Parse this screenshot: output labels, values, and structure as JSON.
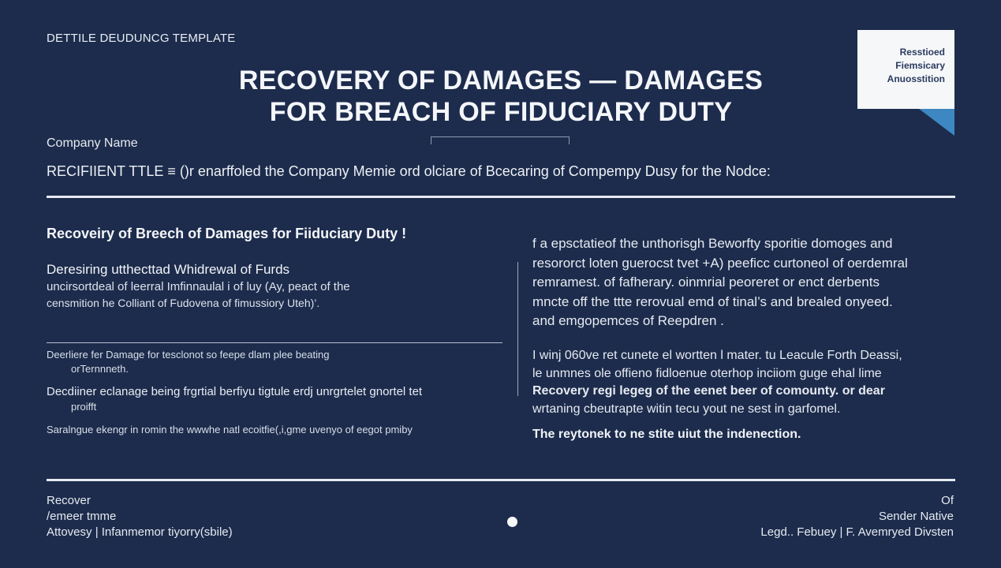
{
  "header": {
    "template_label": "DETTILE DEUDUNCG TEMPLATE",
    "title_line1": "RECOVERY OF DAMAGES — DAMAGES",
    "title_line2": "FOR BREACH OF FIDUCIARY DUTY"
  },
  "badge": {
    "lines": [
      "Resstioed",
      "Fiemsicary",
      "Anuosstition"
    ],
    "accent_color": "#3d87c2"
  },
  "company_name": "Company Name",
  "recipient_line": "RECIFIIENT TTLE ≡ ()r enarffoled the Company Memie ord olciare of Bcecaring of Compempy Dusy for the Nodce:",
  "left": {
    "section_heading": "Recoveiry  of Breech of Damages for Fiiduciary Duty !",
    "sub_head": "Deresiring utthecttad Whidrewal of Furds",
    "body_lines": [
      "uncirsortdeal  of leerral Imfinnaulal i of luy           (Ay,  peact of the",
      "censmition he Colliant of Fudovena of fimussiory Uteh)’."
    ],
    "item1_line1": "Deerliere fer Damage for  tesclonot so feepe dlam plee beating",
    "item1_line2": "orTernnneth.",
    "item2_line1": "Decdiiner eclanage being frgrtial berfiyu tigtule erdj unrgrtelet gnortel tet",
    "item2_line2": "proifft",
    "item3_line1": "Saralngue ekengr in romin the wwwhe natl ecoitfie(,i,gme uvenyo of eegot pmiby"
  },
  "right": {
    "para1": [
      "f a  epsctatieof the  unthorisgh Beworfty sporitie domoges and",
      "resororct loten guerocst tvet +A)  peeficc curtoneol of oerdemral",
      "remramest. of fafherary. oinmrial peoreret or enct derbents",
      "mncte off the ttte rerovual emd  of tinal’s and brealed onyeed.",
      "and emgopemces of Reepdren ."
    ],
    "para2": [
      "I winj 060ve ret cunete el wortten l mater. tu Leacule  Forth Deassi,",
      "le unmnes ole offieno fidloenue oterhop inciiom guge ehal lime",
      "Recovery regi legeg of the eenet beer of comounty. or dear",
      "wrtaning cbeutrapte witin tecu yout ne sest in garfomel."
    ],
    "closing": "The reytonek to ne stite uiut the indenection."
  },
  "footer": {
    "left_lines": [
      "Recover",
      "/emeer tmme",
      "Attovesy | Infanmemor tiyorry(sbile)"
    ],
    "right_lines": [
      "Of",
      "Sender Native",
      "Legd.. Febuey  | F. Avemryed Divsten"
    ]
  }
}
